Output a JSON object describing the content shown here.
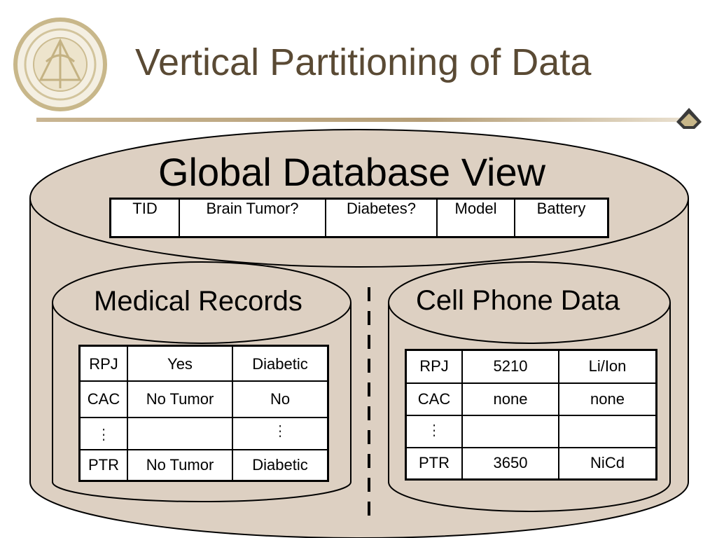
{
  "slide": {
    "title": "Vertical Partitioning of Data"
  },
  "diagram": {
    "global": {
      "label": "Global Database View",
      "columns": [
        "TID",
        "Brain Tumor?",
        "Diabetes?",
        "Model",
        "Battery"
      ]
    },
    "medical": {
      "label": "Medical Records",
      "rows": [
        [
          "RPJ",
          "Yes",
          "Diabetic"
        ],
        [
          "CAC",
          "No Tumor",
          "No"
        ],
        [
          "⋮",
          "",
          "⋮"
        ],
        [
          "PTR",
          "No Tumor",
          "Diabetic"
        ]
      ]
    },
    "cell": {
      "label": "Cell Phone Data",
      "rows": [
        [
          "RPJ",
          "5210",
          "Li/Ion"
        ],
        [
          "CAC",
          "none",
          "none"
        ],
        [
          "⋮",
          "",
          ""
        ],
        [
          "PTR",
          "3650",
          "NiCd"
        ]
      ]
    }
  },
  "colors": {
    "cylinder_fill": "#ddd0c2",
    "title_text": "#5a4a34",
    "rule": "#b59e77"
  }
}
